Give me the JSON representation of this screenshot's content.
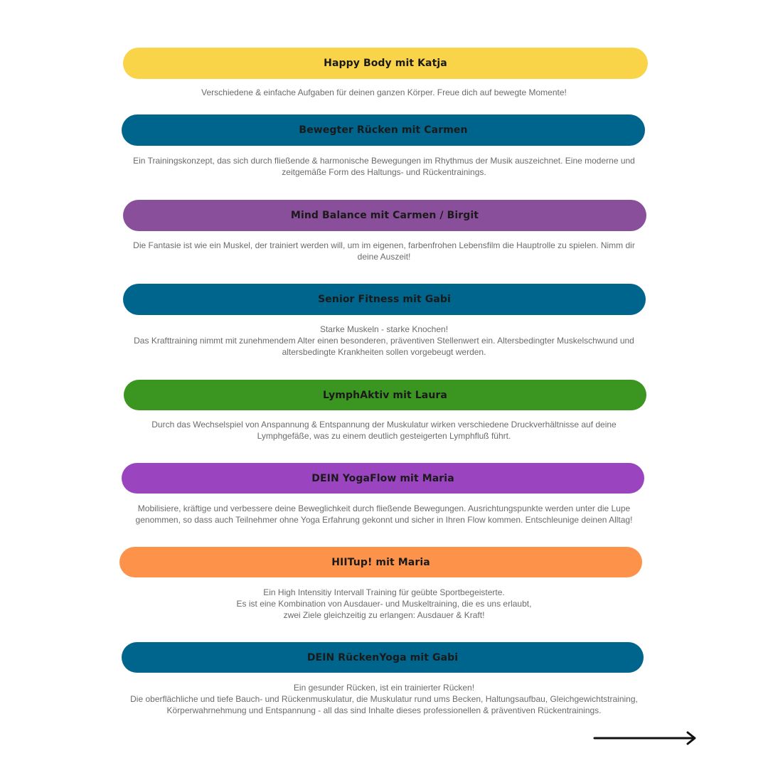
{
  "courses": [
    {
      "title": "Happy Body mit Katja",
      "color": "#f9d448",
      "description": [
        "Verschiedene & einfache Aufgaben für deinen ganzen Körper. Freue dich auf bewegte Momente!"
      ]
    },
    {
      "title": "Bewegter Rücken mit Carmen",
      "color": "#00658c",
      "description": [
        "Ein Trainingskonzept, das sich durch fließende & harmonische Bewegungen im Rhythmus der Musik auszeichnet. Eine moderne und",
        "zeitgemäße Form des Haltungs- und Rückentrainings."
      ]
    },
    {
      "title": "Mind Balance mit Carmen / Birgit",
      "color": "#8a4f9a",
      "description": [
        "Die Fantasie ist wie ein Muskel, der trainiert werden will, um im eigenen, farbenfrohen Lebensfilm die Hauptrolle zu spielen. Nimm dir",
        "deine Auszeit!"
      ]
    },
    {
      "title": "Senior Fitness mit Gabi",
      "color": "#00658c",
      "description": [
        "Starke Muskeln - starke Knochen!",
        "Das Krafttraining nimmt mit zunehmendem Alter einen besonderen, präventiven Stellenwert ein. Altersbedingter Muskelschwund und",
        "altersbedingte Krankheiten sollen vorgebeugt werden."
      ]
    },
    {
      "title": "LymphAktiv mit Laura",
      "color": "#3a9620",
      "description": [
        "Durch das Wechselspiel von Anspannung & Entspannung der Muskulatur wirken verschiedene Druckverhältnisse auf deine",
        "Lymphgefäße, was zu einem deutlich gesteigerten Lymphfluß führt."
      ]
    },
    {
      "title": "DEIN YogaFlow mit Maria",
      "color": "#9a44c0",
      "description": [
        "Mobilisiere, kräftige und verbessere deine Beweglichkeit durch fließende Bewegungen. Ausrichtungspunkte werden unter die Lupe",
        "genommen, so dass auch Teilnehmer ohne Yoga Erfahrung gekonnt und sicher in Ihren Flow kommen. Entschleunige deinen Alltag!"
      ]
    },
    {
      "title": "HIITup! mit Maria",
      "color": "#fd924b",
      "description": [
        "Ein High Intensitiy Intervall Training für geübte Sportbegeisterte.",
        "Es ist eine Kombination von Ausdauer- und Muskeltraining, die es uns erlaubt,",
        "zwei Ziele gleichzeitig zu erlangen: Ausdauer & Kraft!"
      ]
    },
    {
      "title": "DEIN RückenYoga mit Gabi",
      "color": "#00658c",
      "description": [
        "Ein gesunder Rücken, ist ein trainierter Rücken!",
        "Die oberflächliche und tiefe Bauch- und Rückenmuskulatur, die Muskulatur rund ums Becken, Haltungsaufbau, Gleichgewichtstraining,",
        "Körperwahrnehmung und Entspannung - all das sind Inhalte dieses professionellen & präventiven Rückentrainings."
      ]
    }
  ],
  "navigation": {
    "next_icon": "arrow-right-icon"
  }
}
